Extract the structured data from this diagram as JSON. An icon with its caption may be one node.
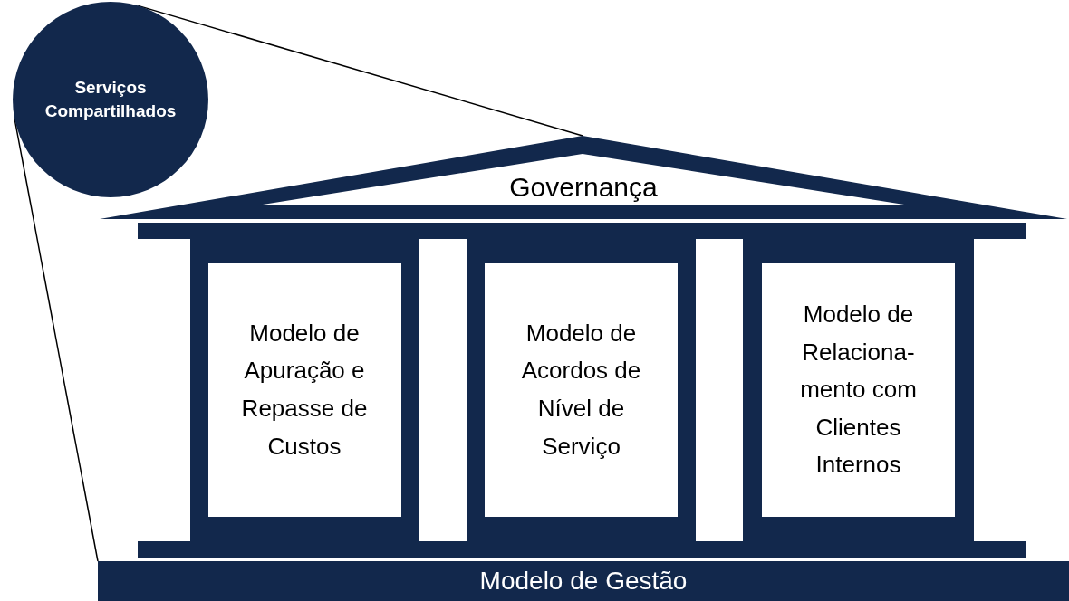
{
  "diagram": {
    "nodes": [
      {
        "text": [
          "Serviços Compartilhados"
        ]
      },
      {
        "text": [
          "Governança"
        ]
      },
      {
        "text": [],
        "shape": "bar"
      },
      {
        "text": [
          "Modelo de Apuração e Repasse de Custos"
        ]
      },
      {
        "text": [
          "Modelo de Acordos de Nível de Serviço"
        ]
      },
      {
        "text": [
          "Modelo de Relaciona- mento com Clientes Internos"
        ]
      },
      {
        "text": [],
        "shape": "bar"
      },
      {
        "text": [
          "Modelo de Gestão"
        ]
      }
    ],
    "edges": [
      {
        "from": 0,
        "to": 1,
        "arrow": "none"
      },
      {
        "from": 0,
        "to": 7,
        "arrow": "none"
      }
    ]
  }
}
